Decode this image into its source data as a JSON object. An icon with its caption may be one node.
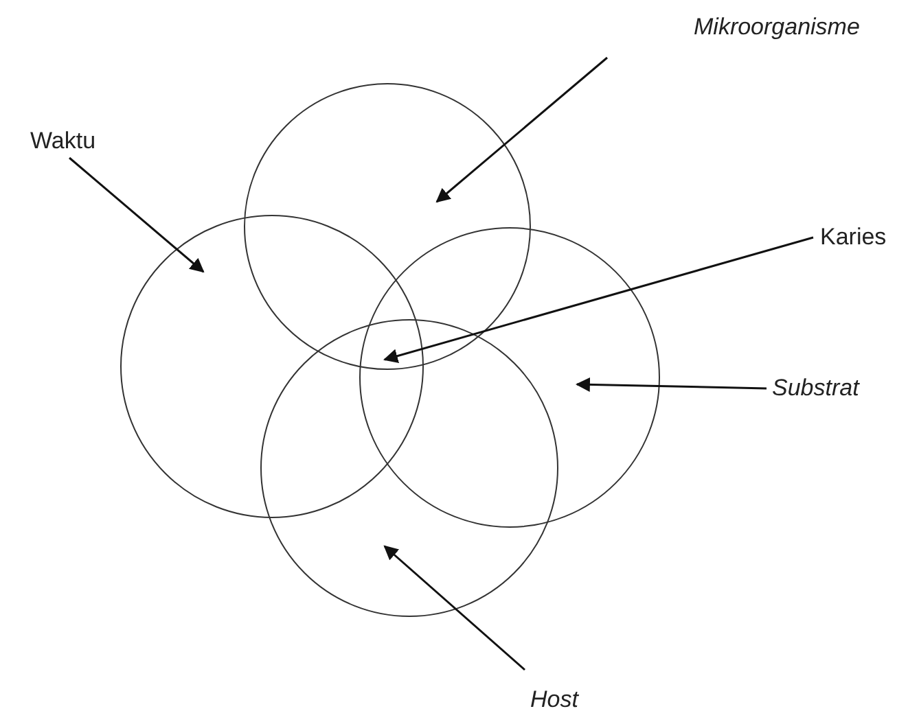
{
  "diagram": {
    "nodes": [
      {
        "text": [
          "Mikroorganisme"
        ]
      },
      {
        "text": [
          "Waktu"
        ]
      },
      {
        "text": [
          "Karies"
        ]
      },
      {
        "text": [
          "Substrat"
        ]
      },
      {
        "text": [
          "Host"
        ]
      },
      {
        "text": [],
        "shape": "circle"
      },
      {
        "text": [],
        "shape": "circle"
      },
      {
        "text": [],
        "shape": "circle"
      },
      {
        "text": [],
        "shape": "circle"
      }
    ],
    "edges": [
      {
        "from": 0,
        "to": 5,
        "arrow": "to"
      },
      {
        "from": 1,
        "to": 6,
        "arrow": "to"
      },
      {
        "from": 2,
        "to": 5,
        "arrow": "to"
      },
      {
        "from": 3,
        "to": 7,
        "arrow": "to"
      },
      {
        "from": 4,
        "to": 8,
        "arrow": "to"
      }
    ]
  }
}
